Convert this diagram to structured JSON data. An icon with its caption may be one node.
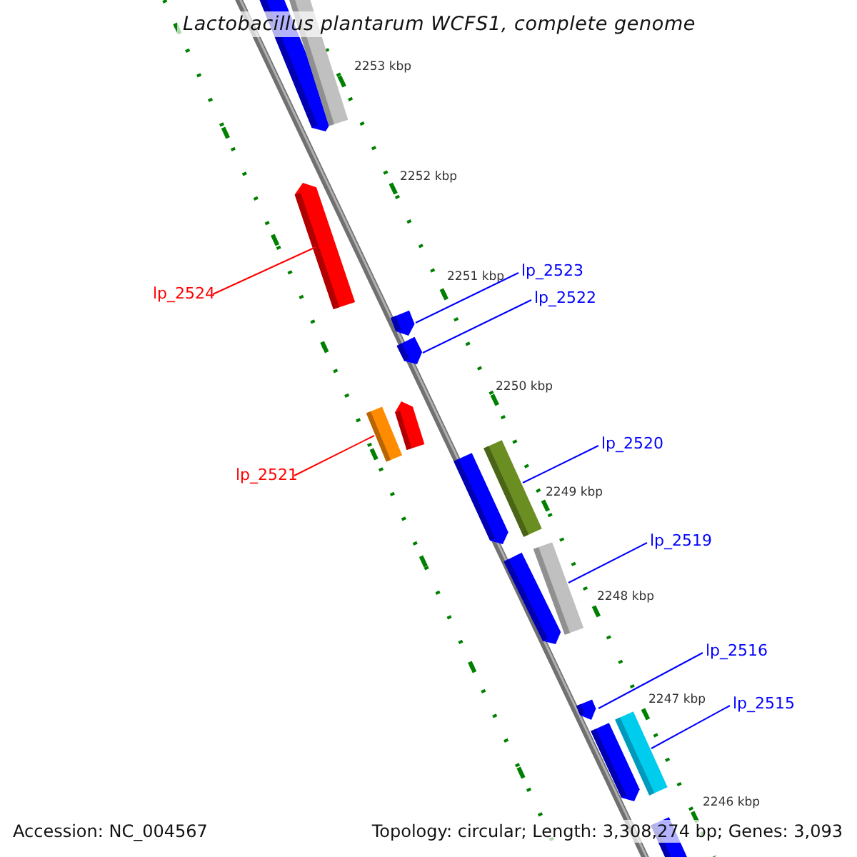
{
  "diagram": {
    "title": "Lactobacillus plantarum WCFS1, complete genome",
    "nodes": [
      {
        "text": [
          "lp_2524"
        ]
      },
      {
        "text": [
          "lp_2523"
        ]
      },
      {
        "text": [
          "lp_2522"
        ]
      },
      {
        "text": [
          "lp_2521"
        ]
      },
      {
        "text": [
          "lp_2520"
        ]
      },
      {
        "text": [
          "lp_2519"
        ]
      },
      {
        "text": [
          "lp_2516"
        ]
      },
      {
        "text": [
          "lp_2515"
        ]
      },
      {
        "text": [],
        "shape": "bar"
      },
      {
        "text": [],
        "shape": "bar"
      },
      {
        "text": [],
        "shape": "bar"
      },
      {
        "text": [],
        "shape": "bar"
      },
      {
        "text": [],
        "shape": "bar"
      },
      {
        "text": [],
        "shape": "bar"
      },
      {
        "text": [],
        "shape": "bar"
      },
      {
        "text": [],
        "shape": "bar"
      },
      {
        "text": [],
        "shape": "bar"
      },
      {
        "text": [],
        "shape": "bar"
      },
      {
        "text": [],
        "shape": "bar"
      },
      {
        "text": [],
        "shape": "bar"
      },
      {
        "text": [],
        "shape": "bar"
      },
      {
        "text": [],
        "shape": "bar"
      },
      {
        "text": [],
        "shape": "bar"
      }
    ],
    "edges": [
      {
        "from": 0,
        "to": 10,
        "arrow": "none",
        "color": "#ff0000"
      },
      {
        "from": 1,
        "to": 11,
        "arrow": "none"
      },
      {
        "from": 2,
        "to": 12,
        "arrow": "none"
      },
      {
        "from": 3,
        "to": 13,
        "arrow": "none",
        "color": "#ff0000"
      },
      {
        "from": 4,
        "to": 16,
        "arrow": "none"
      },
      {
        "from": 5,
        "to": 18,
        "arrow": "none"
      },
      {
        "from": 6,
        "to": 19,
        "arrow": "none"
      },
      {
        "from": 7,
        "to": 21,
        "arrow": "none"
      }
    ],
    "labels": [
      "2253 kbp",
      "2252 kbp",
      "2251 kbp",
      "2250 kbp",
      "2249 kbp",
      "2248 kbp",
      "2247 kbp",
      "2246 kbp",
      "Accession: NC_004567",
      "Topology: circular; Length: 3,308,274 bp; Genes: 3,093"
    ]
  }
}
